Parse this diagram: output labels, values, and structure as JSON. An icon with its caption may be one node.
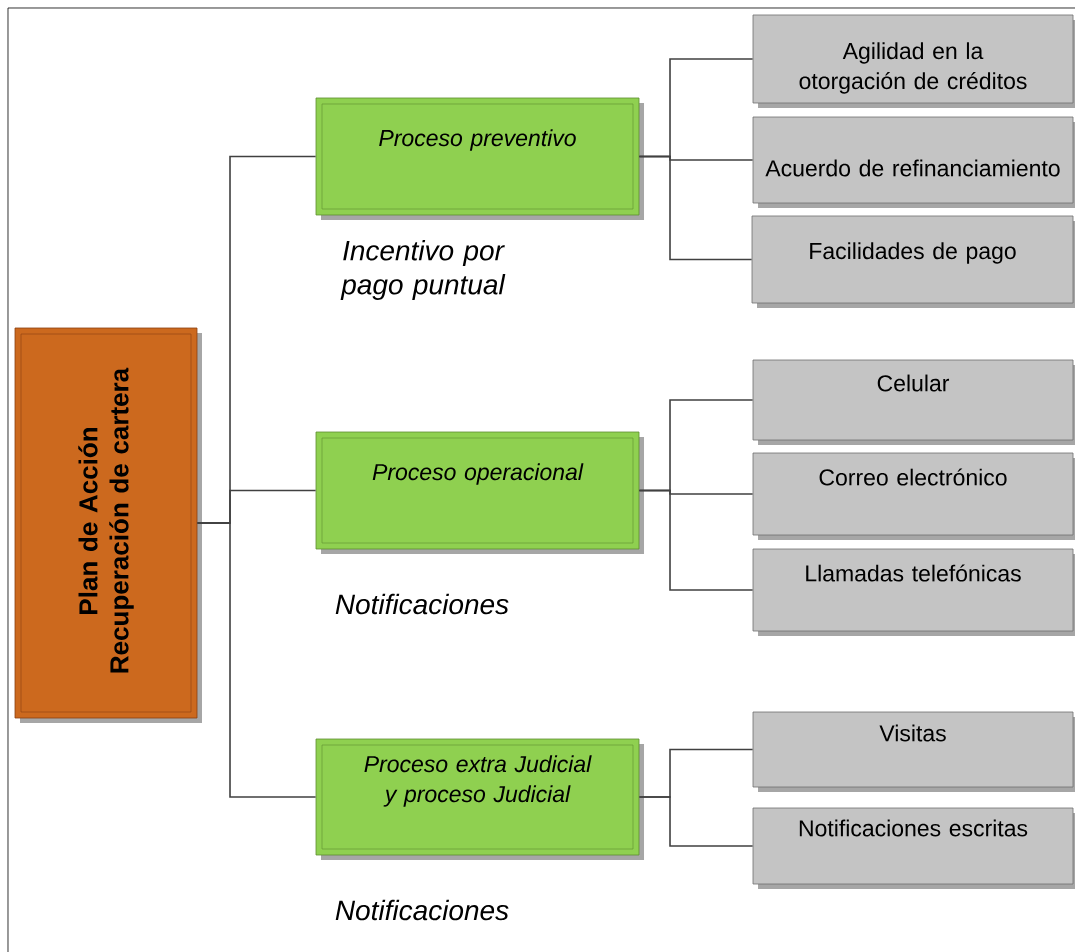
{
  "diagram": {
    "nodes": [
      {
        "text": [
          "Plan de Acción Recuperación de cartera"
        ]
      },
      {
        "text": [
          "Proceso preventivo"
        ],
        "beside": [
          "Incentivo por pago puntual"
        ]
      },
      {
        "text": [
          "Proceso operacional"
        ],
        "beside": [
          "Notificaciones"
        ]
      },
      {
        "text": [
          "Proceso extra Judicial y proceso Judicial"
        ],
        "beside": [
          "Notificaciones"
        ]
      },
      {
        "text": [
          "Agilidad en la otorgación de créditos"
        ]
      },
      {
        "text": [
          "Acuerdo de refinanciamiento"
        ]
      },
      {
        "text": [
          "Facilidades de pago"
        ]
      },
      {
        "text": [
          "Celular"
        ]
      },
      {
        "text": [
          "Correo electrónico"
        ]
      },
      {
        "text": [
          "Llamadas telefónicas"
        ]
      },
      {
        "text": [
          "Visitas"
        ]
      },
      {
        "text": [
          "Notificaciones escritas"
        ]
      }
    ],
    "edges": [
      {
        "from": 0,
        "to": 1,
        "arrow": "none"
      },
      {
        "from": 0,
        "to": 2,
        "arrow": "none"
      },
      {
        "from": 0,
        "to": 3,
        "arrow": "none"
      },
      {
        "from": 1,
        "to": 4,
        "arrow": "none"
      },
      {
        "from": 1,
        "to": 5,
        "arrow": "none"
      },
      {
        "from": 1,
        "to": 6,
        "arrow": "none"
      },
      {
        "from": 2,
        "to": 7,
        "arrow": "none"
      },
      {
        "from": 2,
        "to": 8,
        "arrow": "none"
      },
      {
        "from": 2,
        "to": 9,
        "arrow": "none"
      },
      {
        "from": 3,
        "to": 10,
        "arrow": "none"
      },
      {
        "from": 3,
        "to": 11,
        "arrow": "none"
      }
    ]
  }
}
